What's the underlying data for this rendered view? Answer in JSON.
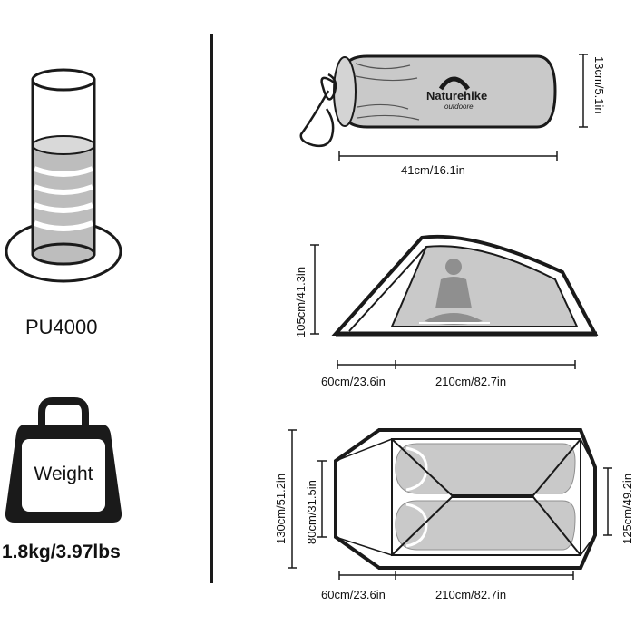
{
  "colors": {
    "fill_gray": "#bdbdbd",
    "stroke_dark": "#1a1a1a",
    "tent_fill": "#c9c9c9",
    "ring_gray": "#a8a8a8"
  },
  "waterproof": {
    "rating": "PU4000",
    "icon": "water-column-icon"
  },
  "weight": {
    "badge": "Weight",
    "value": "1.8kg/3.97lbs",
    "icon": "weight-icon"
  },
  "bag": {
    "brand": "Naturehike",
    "tagline": "outdoore",
    "length": "41cm/16.1in",
    "height": "13cm/5.1in"
  },
  "side_view": {
    "height": "105cm/41.3in",
    "vestibule": "60cm/23.6in",
    "length": "210cm/82.7in"
  },
  "top_view": {
    "outer_width": "130cm/51.2in",
    "inner_width_head": "80cm/31.5in",
    "inner_width_foot": "125cm/49.2in",
    "vestibule": "60cm/23.6in",
    "length": "210cm/82.7in"
  }
}
